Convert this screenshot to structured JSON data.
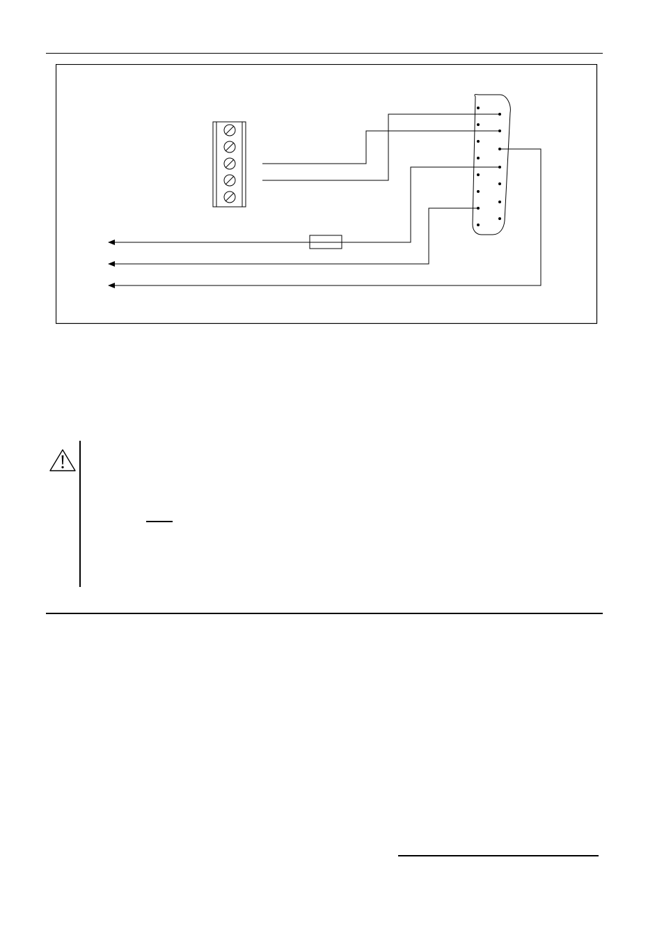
{
  "colors": {
    "ink": "#000000",
    "paper": "#ffffff"
  },
  "diagram": {
    "connector_pin_columns": {
      "outer": 8,
      "inner": 7
    },
    "terminal_block_screws": 5
  },
  "caution": {
    "icon": "warning-triangle-icon"
  }
}
